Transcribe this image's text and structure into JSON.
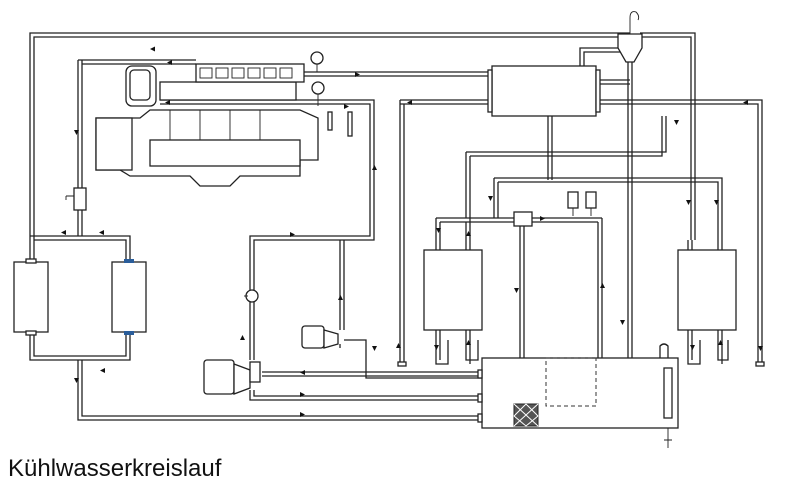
{
  "diagram": {
    "caption": "Kühlwasserkreislauf",
    "components": [
      {
        "id": "engine",
        "kind": "engine"
      },
      {
        "id": "turbocharger",
        "kind": "turbocharger"
      },
      {
        "id": "heat-exchanger-top",
        "kind": "heat-exchanger"
      },
      {
        "id": "radiator-left",
        "kind": "radiator"
      },
      {
        "id": "radiator-right",
        "kind": "radiator"
      },
      {
        "id": "tank-center-left",
        "kind": "tank"
      },
      {
        "id": "tank-right",
        "kind": "tank"
      },
      {
        "id": "reservoir",
        "kind": "reservoir"
      },
      {
        "id": "pump-main",
        "kind": "pump"
      },
      {
        "id": "pump-small",
        "kind": "pump"
      },
      {
        "id": "separator",
        "kind": "separator"
      },
      {
        "id": "thermostat",
        "kind": "valve"
      },
      {
        "id": "pressure-gauge-1",
        "kind": "gauge"
      },
      {
        "id": "pressure-gauge-2",
        "kind": "gauge"
      }
    ]
  }
}
